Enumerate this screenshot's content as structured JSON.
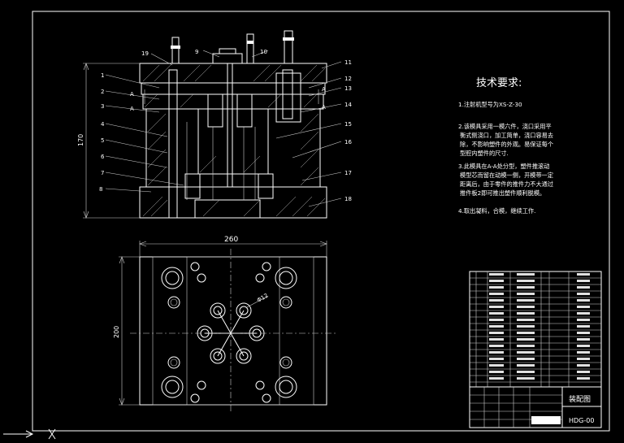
{
  "requirements": {
    "title": "技术要求:",
    "items": [
      "1.注射机型号为XS-Z-30",
      "2.该模具采用一模六件，浇口采用平",
      "衡式侧浇口，加工简单，浇口容易去",
      "除，不影响塑件的外观。易保证每个",
      "型腔内塑件的尺寸.",
      "3.此模具在A-A处分型，塑件推滚动",
      "模型芯而留在动模一侧，开模带一定",
      "距离后，由于零件的推件力不大通过",
      "推件板2即可推出塑件顺利脱模。",
      "4.取出凝料，合模，继续工作."
    ]
  },
  "front_view": {
    "part_numbers_left": [
      "19",
      "1",
      "2",
      "3",
      "4",
      "5",
      "6",
      "7",
      "8"
    ],
    "part_numbers_right": [
      "11",
      "12",
      "13",
      "14",
      "15",
      "16",
      "17",
      "18"
    ],
    "top_labels": [
      "9",
      "10"
    ],
    "section_mark": "A",
    "height_dim": "170"
  },
  "top_view": {
    "width_dim": "260",
    "height_dim": "200",
    "hole_dim": "Φ12"
  },
  "title_block": {
    "name": "装配图",
    "code": "HDG-00"
  },
  "colors": {
    "background": "#000000",
    "lines": "#ffffff"
  }
}
